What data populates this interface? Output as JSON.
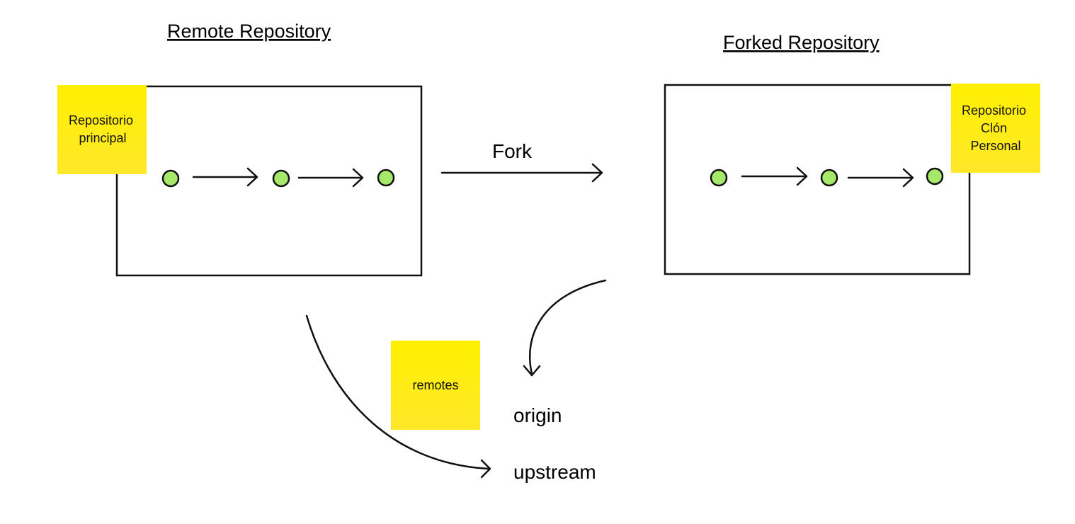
{
  "diagram": {
    "remote_title": "Remote Repository",
    "forked_title": "Forked Repository",
    "fork_label": "Fork",
    "origin_label": "origin",
    "upstream_label": "upstream",
    "notes": {
      "main_repo": [
        "Repositorio",
        "principal"
      ],
      "personal_clone": [
        "Repositorio",
        "Clón",
        "Personal"
      ],
      "remotes": [
        "remotes"
      ]
    },
    "colors": {
      "sticky": "#ffee00",
      "commit_fill": "#a6e86a",
      "stroke": "#111111"
    }
  }
}
